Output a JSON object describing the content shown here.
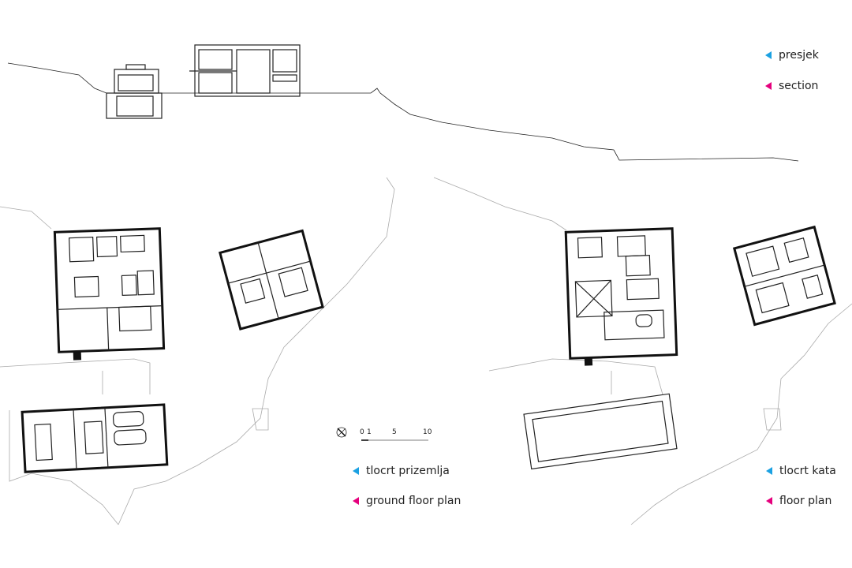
{
  "legend": {
    "section": {
      "local": "presjek",
      "english": "section"
    },
    "ground_floor": {
      "local": "tlocrt prizemlja",
      "english": "ground floor plan"
    },
    "upper_floor": {
      "local": "tlocrt kata",
      "english": "floor plan"
    }
  },
  "scale_bar": {
    "ticks": [
      "0",
      "1",
      "5",
      "10"
    ]
  },
  "colors": {
    "local_marker": "#1ba1e2",
    "english_marker": "#e5007d"
  }
}
